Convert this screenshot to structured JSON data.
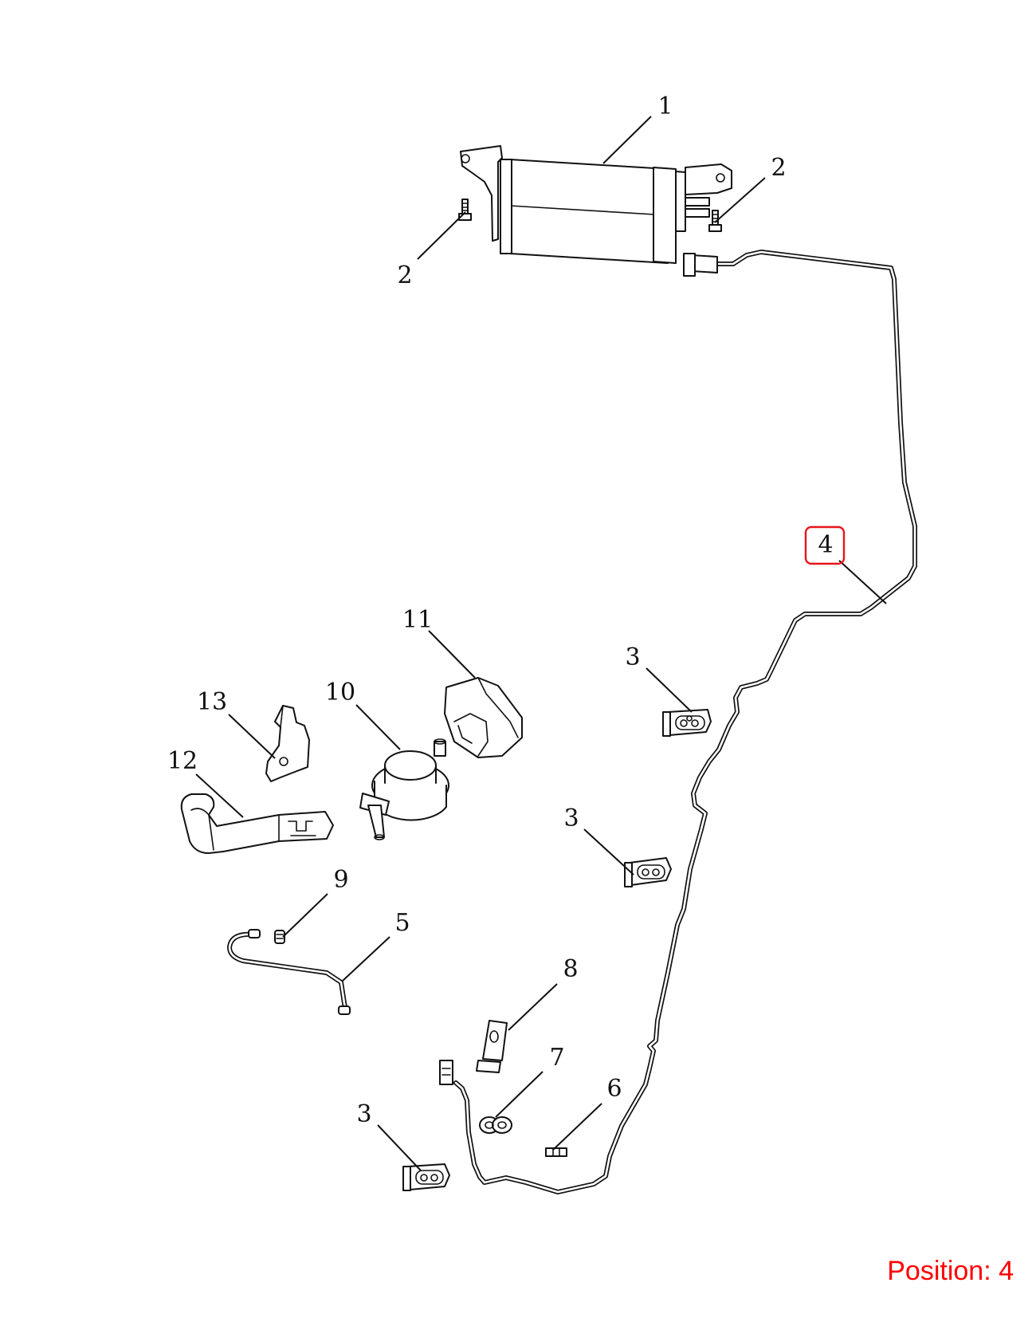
{
  "diagram": {
    "highlighted_callout": "4",
    "highlight_color": "#e8141b",
    "position_label": "Position: 4",
    "position_label_color": "#ff0000",
    "callouts": {
      "c1": "1",
      "c2a": "2",
      "c2b": "2",
      "c3a": "3",
      "c3b": "3",
      "c3c": "3",
      "c4": "4",
      "c5": "5",
      "c6": "6",
      "c7": "7",
      "c8": "8",
      "c9": "9",
      "c10": "10",
      "c11": "11",
      "c12": "12",
      "c13": "13"
    }
  }
}
